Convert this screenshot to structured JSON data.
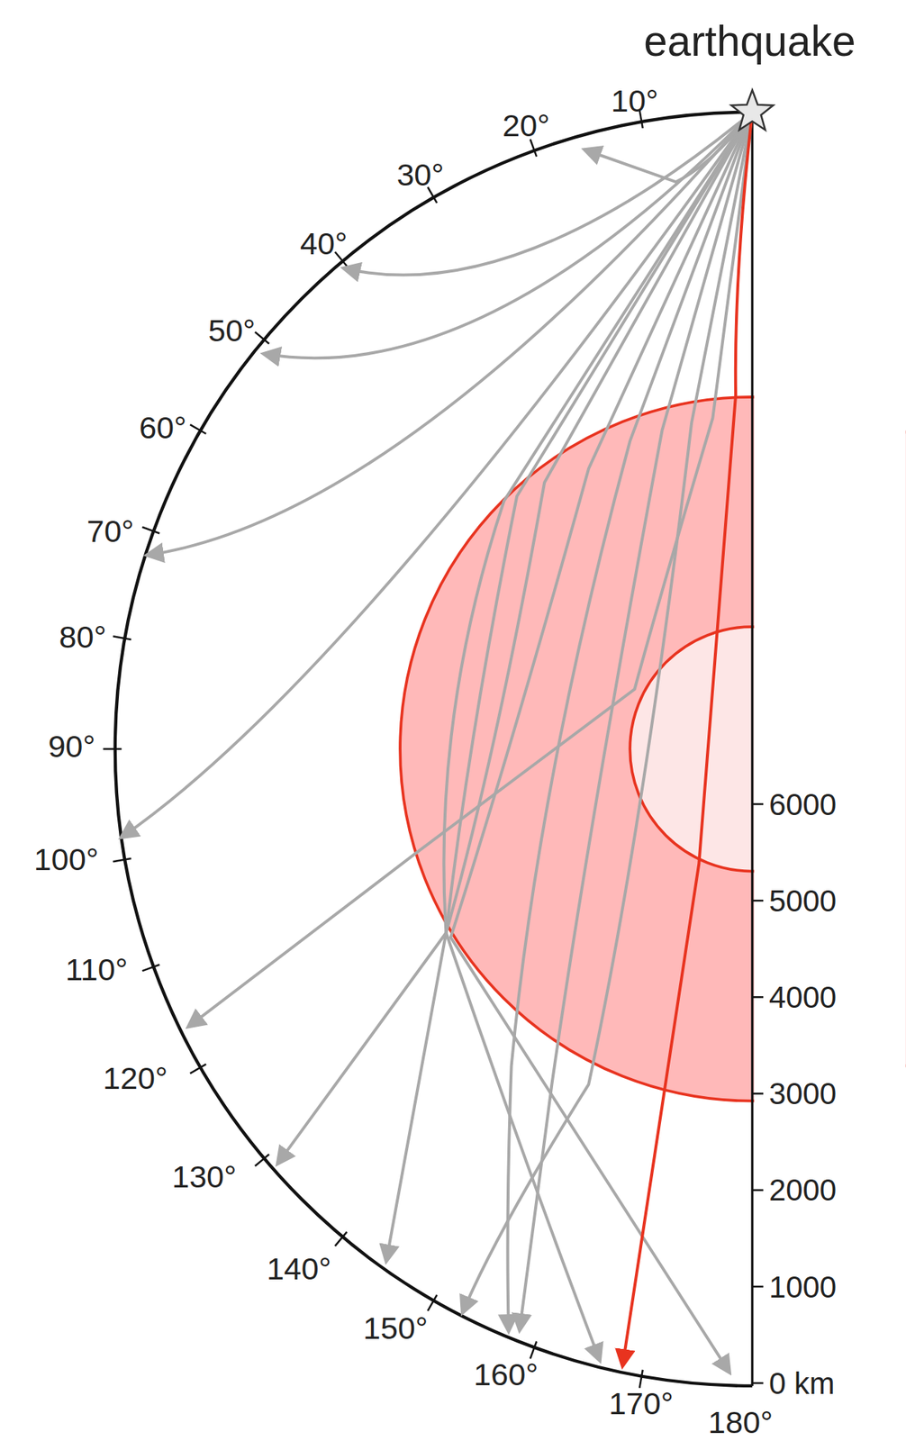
{
  "diagram": {
    "labels": [
      "earthquake",
      "10°",
      "20°",
      "30°",
      "40°",
      "50°",
      "60°",
      "70°",
      "80°",
      "90°",
      "100°",
      "110°",
      "120°",
      "130°",
      "140°",
      "150°",
      "160°",
      "170°",
      "180°",
      "6000",
      "5000",
      "4000",
      "3000",
      "2000",
      "1000",
      "0 km"
    ]
  }
}
